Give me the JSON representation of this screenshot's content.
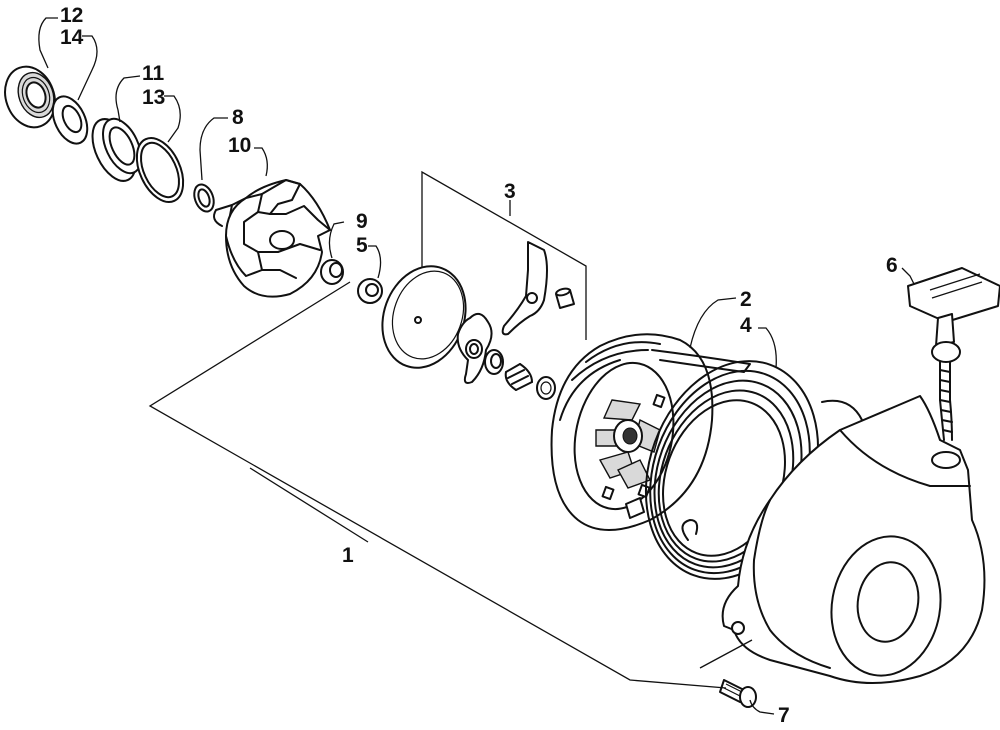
{
  "callouts": {
    "c12": "12",
    "c14": "14",
    "c11": "11",
    "c13": "13",
    "c8": "8",
    "c10": "10",
    "c9": "9",
    "c5": "5",
    "c3": "3",
    "c6": "6",
    "c2": "2",
    "c4": "4",
    "c1": "1",
    "c7": "7"
  },
  "colors": {
    "ink": "#111111",
    "paper": "#ffffff",
    "shade": "#d9d9d9"
  }
}
